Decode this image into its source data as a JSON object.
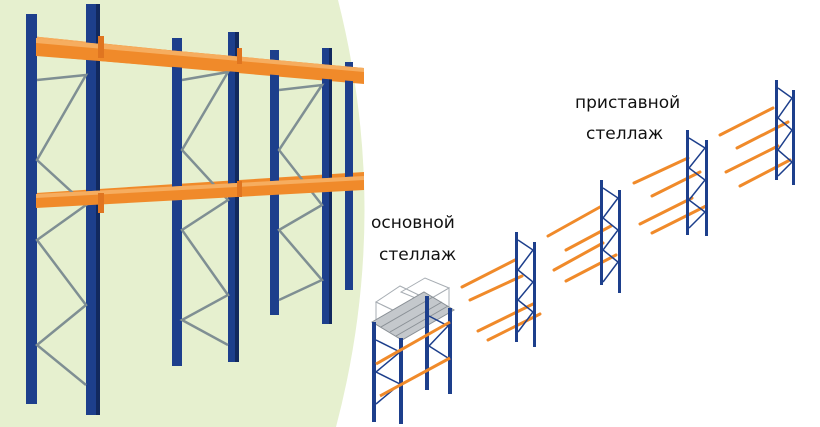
{
  "colors": {
    "background": "#ffffff",
    "closeup_background": "#e6f0cf",
    "upright_blue": "#1d3f8c",
    "upright_blue_dark": "#12295e",
    "beam_orange": "#f08a2a",
    "beam_orange_light": "#f6ad5f",
    "brace_gray": "#7f8f93",
    "deck_gray": "#c4c8cc",
    "label_text": "#111111"
  },
  "labels": {
    "main_rack": [
      "основной",
      "стеллаж"
    ],
    "add_on_rack": [
      "приставной",
      "стеллаж"
    ]
  },
  "icons": {
    "closeup": "rack-closeup-illustration",
    "main_rack": "main-rack-frame-icon",
    "add_on_rack": "add-on-rack-frame-icon",
    "beam": "beam-icon"
  }
}
